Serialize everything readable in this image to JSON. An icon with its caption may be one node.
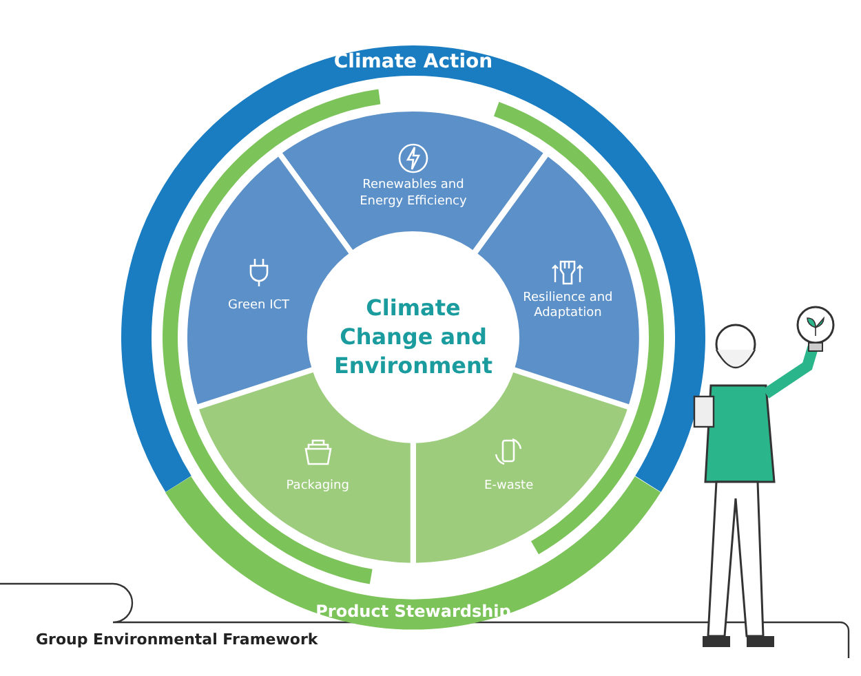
{
  "diagram": {
    "title": "Group Environmental Framework",
    "nodes": [
      {
        "text": [
          "Climate Action"
        ]
      },
      {
        "text": [
          "Renewables and Energy Efficiency"
        ]
      },
      {
        "text": [
          "Green ICT"
        ]
      },
      {
        "text": [
          "Climate Change and Environment"
        ]
      },
      {
        "text": [
          "Resilience and Adaptation"
        ]
      },
      {
        "text": [
          "Packaging"
        ]
      },
      {
        "text": [
          "E-waste"
        ]
      },
      {
        "text": [
          "Product Stewardship"
        ]
      }
    ],
    "edges": []
  }
}
